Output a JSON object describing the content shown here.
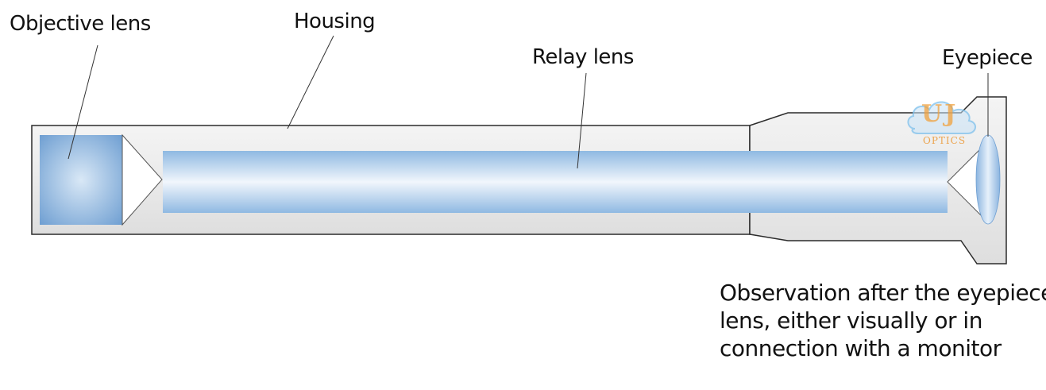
{
  "labels": {
    "objective_lens": "Objective lens",
    "housing": "Housing",
    "relay_lens": "Relay lens",
    "eyepiece": "Eyepiece",
    "observation_lines": [
      "Observation after the eyepiece",
      "lens, either visually or in",
      "connection with a monitor"
    ]
  },
  "watermark": {
    "main": "UJ",
    "sub": "OPTICS"
  },
  "colors": {
    "housing_fill": "#ececec",
    "housing_stroke": "#2b2b2b",
    "lens_blue": "#86b2de",
    "lens_light": "#eef4fb",
    "leader_line": "#333333"
  }
}
